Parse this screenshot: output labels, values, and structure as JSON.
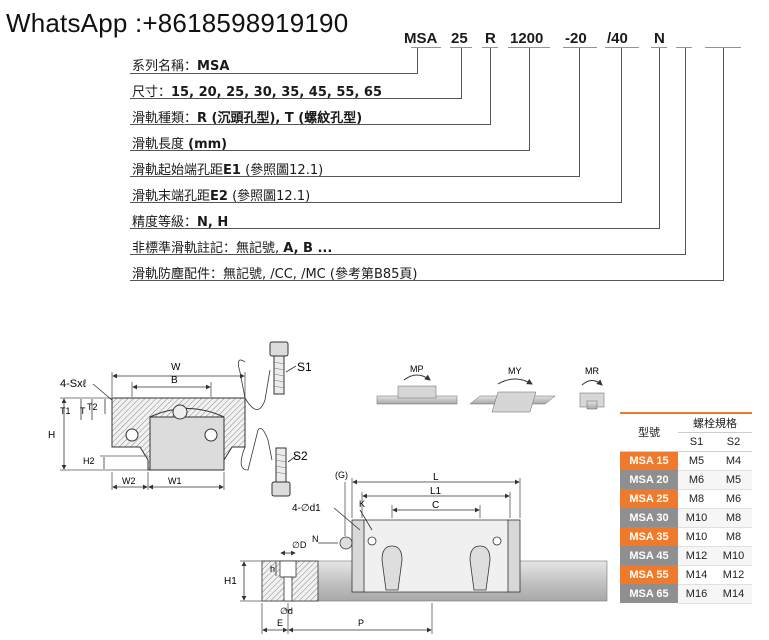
{
  "watermark": "WhatsApp :+8618598919190",
  "code": {
    "parts": [
      "MSA",
      "25",
      "R",
      "1200",
      "-20",
      "/40",
      "N"
    ]
  },
  "rows": [
    {
      "label": "系列名稱：",
      "value": "MSA"
    },
    {
      "label": "尺寸：",
      "value": "15, 20, 25, 30, 35, 45, 55, 65"
    },
    {
      "label": "滑軌種類：",
      "value": "R (沉頭孔型), T (螺紋孔型)"
    },
    {
      "label": "滑軌長度 ",
      "value": "(mm)"
    },
    {
      "label": "滑軌起始端孔距",
      "value": "E1",
      "suffix": " (參照圖12.1)"
    },
    {
      "label": "滑軌末端孔距",
      "value": "E2",
      "suffix": " (參照圖12.1)"
    },
    {
      "label": "精度等級：",
      "value": "N, H"
    },
    {
      "label": "非標準滑軌註記：無記號, ",
      "value": "A, B ..."
    },
    {
      "label": "滑軌防塵配件：無記號, /CC, /MC (參考第B85頁)",
      "value": ""
    }
  ],
  "drawing_labels": {
    "w": "W",
    "b": "B",
    "sx": "4-Sxℓ",
    "t1": "T1",
    "t": "T",
    "t2": "T2",
    "h": "H",
    "h2": "H2",
    "w2": "W2",
    "w1": "W1",
    "s1": "S1",
    "s2": "S2",
    "mp": "MP",
    "my": "MY",
    "mr": "MR",
    "g": "(G)",
    "l": "L",
    "l1": "L1",
    "c": "C",
    "k": "K",
    "d1": "4-∅d1",
    "n": "N",
    "dd": "∅D",
    "hh": "h",
    "h1": "H1",
    "d": "∅d",
    "e": "E",
    "p": "P"
  },
  "table": {
    "model_header": "型號",
    "bolt_header": "螺栓規格",
    "s1_header": "S1",
    "s2_header": "S2",
    "rows": [
      {
        "model": "MSA 15",
        "s1": "M5",
        "s2": "M4",
        "style": "orange"
      },
      {
        "model": "MSA 20",
        "s1": "M6",
        "s2": "M5",
        "style": "gray"
      },
      {
        "model": "MSA 25",
        "s1": "M8",
        "s2": "M6",
        "style": "orange"
      },
      {
        "model": "MSA 30",
        "s1": "M10",
        "s2": "M8",
        "style": "gray"
      },
      {
        "model": "MSA 35",
        "s1": "M10",
        "s2": "M8",
        "style": "orange"
      },
      {
        "model": "MSA 45",
        "s1": "M12",
        "s2": "M10",
        "style": "gray"
      },
      {
        "model": "MSA 55",
        "s1": "M14",
        "s2": "M12",
        "style": "orange"
      },
      {
        "model": "MSA 65",
        "s1": "M16",
        "s2": "M14",
        "style": "gray"
      }
    ]
  },
  "colors": {
    "accent": "#f07a2b",
    "gray": "#8f8f8f"
  }
}
